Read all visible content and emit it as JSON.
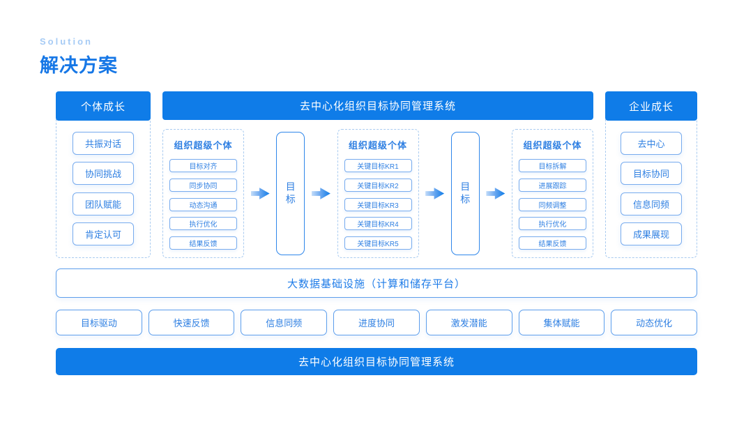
{
  "palette": {
    "primary_blue": "#0f7ce8",
    "text_blue": "#2e7fe2",
    "title_blue": "#1677e6",
    "eyebrow_blue": "#a6cbf5",
    "border_blue": "#77abee",
    "dashed_blue": "#a9cbf0"
  },
  "header": {
    "eyebrow": "Solution",
    "title": "解决方案"
  },
  "left_panel": {
    "title": "个体成长",
    "items": [
      "共振对话",
      "协同挑战",
      "团队赋能",
      "肯定认可"
    ]
  },
  "center": {
    "title": "去中心化组织目标协同管理系统",
    "goal_label": "目标",
    "groups": [
      {
        "title": "组织超级个体",
        "items": [
          "目标对齐",
          "同步协同",
          "动态沟通",
          "执行优化",
          "结果反馈"
        ]
      },
      {
        "title": "组织超级个体",
        "items": [
          "关键目标KR1",
          "关键目标KR2",
          "关键目标KR3",
          "关键目标KR4",
          "关键目标KR5"
        ]
      },
      {
        "title": "组织超级个体",
        "items": [
          "目标拆解",
          "进展跟踪",
          "同频调整",
          "执行优化",
          "结果反馈"
        ]
      }
    ]
  },
  "right_panel": {
    "title": "企业成长",
    "items": [
      "去中心",
      "目标协同",
      "信息同频",
      "成果展现"
    ]
  },
  "infrastructure": {
    "label": "大数据基础设施（计算和储存平台）"
  },
  "capabilities": [
    "目标驱动",
    "快速反馈",
    "信息同频",
    "进度协同",
    "激发潜能",
    "集体赋能",
    "动态优化"
  ],
  "footer": {
    "label": "去中心化组织目标协同管理系统"
  }
}
